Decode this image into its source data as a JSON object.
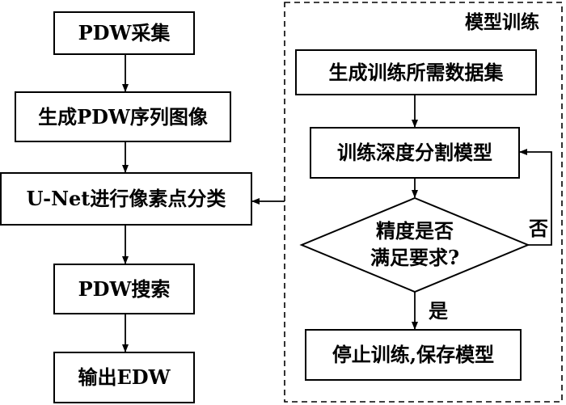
{
  "diagram": {
    "group_title": "模型训练",
    "nodes": {
      "pdw_collect": "PDW采集",
      "gen_image": "生成PDW序列图像",
      "unet": "U-Net进行像素点分类",
      "pdw_search": "PDW搜索",
      "output_edw": "输出EDW",
      "gen_dataset": "生成训练所需数据集",
      "train_model": "训练深度分割模型",
      "decision_line1": "精度是否",
      "decision_line2": "满足要求?",
      "stop_save": "停止训练,保存模型"
    },
    "edge_labels": {
      "no": "否",
      "yes": "是"
    },
    "colors": {
      "line": "#000000",
      "fill": "#ffffff"
    }
  }
}
